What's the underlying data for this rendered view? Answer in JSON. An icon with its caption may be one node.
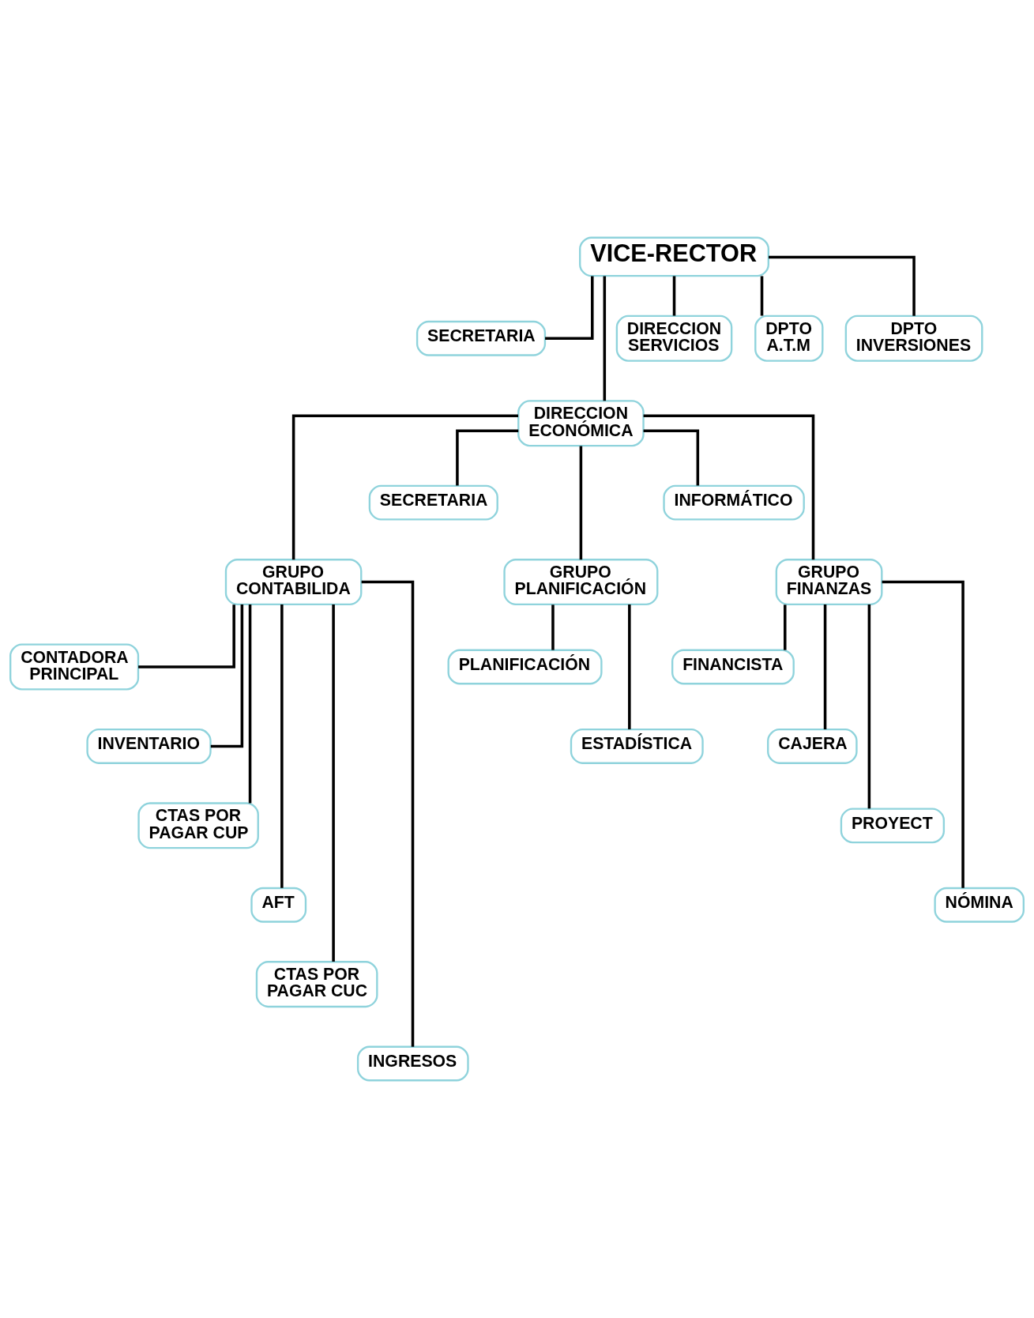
{
  "diagram": {
    "nodes": [
      {
        "text": [
          "VICE-RECTOR"
        ]
      },
      {
        "text": [
          "SECRETARIA"
        ]
      },
      {
        "text": [
          "DIRECCION ECONÓMICA"
        ]
      },
      {
        "text": [
          "DIRECCION SERVICIOS"
        ]
      },
      {
        "text": [
          "DPTO A.T.M"
        ]
      },
      {
        "text": [
          "DPTO INVERSIONES"
        ]
      },
      {
        "text": [
          "SECRETARIA"
        ]
      },
      {
        "text": [
          "GRUPO CONTABILIDA"
        ]
      },
      {
        "text": [
          "GRUPO PLANIFICACIÓN"
        ]
      },
      {
        "text": [
          "GRUPO FINANZAS"
        ]
      },
      {
        "text": [
          "INFORMÁTICO"
        ]
      },
      {
        "text": [
          "CONTADORA PRINCIPAL"
        ]
      },
      {
        "text": [
          "INVENTARIO"
        ]
      },
      {
        "text": [
          "CTAS POR PAGAR CUP"
        ]
      },
      {
        "text": [
          "AFT"
        ]
      },
      {
        "text": [
          "CTAS POR PAGAR CUC"
        ]
      },
      {
        "text": [
          "INGRESOS"
        ]
      },
      {
        "text": [
          "PLANIFICACIÓN"
        ]
      },
      {
        "text": [
          "ESTADÍSTICA"
        ]
      },
      {
        "text": [
          "FINANCISTA"
        ]
      },
      {
        "text": [
          "CAJERA"
        ]
      },
      {
        "text": [
          "PROYECT"
        ]
      },
      {
        "text": [
          "NÓMINA"
        ]
      }
    ],
    "edges": [
      {
        "from": 0,
        "to": 1,
        "arrow": "none"
      },
      {
        "from": 0,
        "to": 2,
        "arrow": "none"
      },
      {
        "from": 0,
        "to": 3,
        "arrow": "none"
      },
      {
        "from": 0,
        "to": 4,
        "arrow": "none"
      },
      {
        "from": 0,
        "to": 5,
        "arrow": "none"
      },
      {
        "from": 2,
        "to": 6,
        "arrow": "none"
      },
      {
        "from": 2,
        "to": 7,
        "arrow": "none"
      },
      {
        "from": 2,
        "to": 8,
        "arrow": "none"
      },
      {
        "from": 2,
        "to": 9,
        "arrow": "none"
      },
      {
        "from": 2,
        "to": 10,
        "arrow": "none"
      },
      {
        "from": 7,
        "to": 11,
        "arrow": "none"
      },
      {
        "from": 7,
        "to": 12,
        "arrow": "none"
      },
      {
        "from": 7,
        "to": 13,
        "arrow": "none"
      },
      {
        "from": 7,
        "to": 14,
        "arrow": "none"
      },
      {
        "from": 7,
        "to": 15,
        "arrow": "none"
      },
      {
        "from": 7,
        "to": 16,
        "arrow": "none"
      },
      {
        "from": 8,
        "to": 17,
        "arrow": "none"
      },
      {
        "from": 8,
        "to": 18,
        "arrow": "none"
      },
      {
        "from": 9,
        "to": 19,
        "arrow": "none"
      },
      {
        "from": 9,
        "to": 20,
        "arrow": "none"
      },
      {
        "from": 9,
        "to": 21,
        "arrow": "none"
      },
      {
        "from": 9,
        "to": 22,
        "arrow": "none"
      }
    ]
  }
}
